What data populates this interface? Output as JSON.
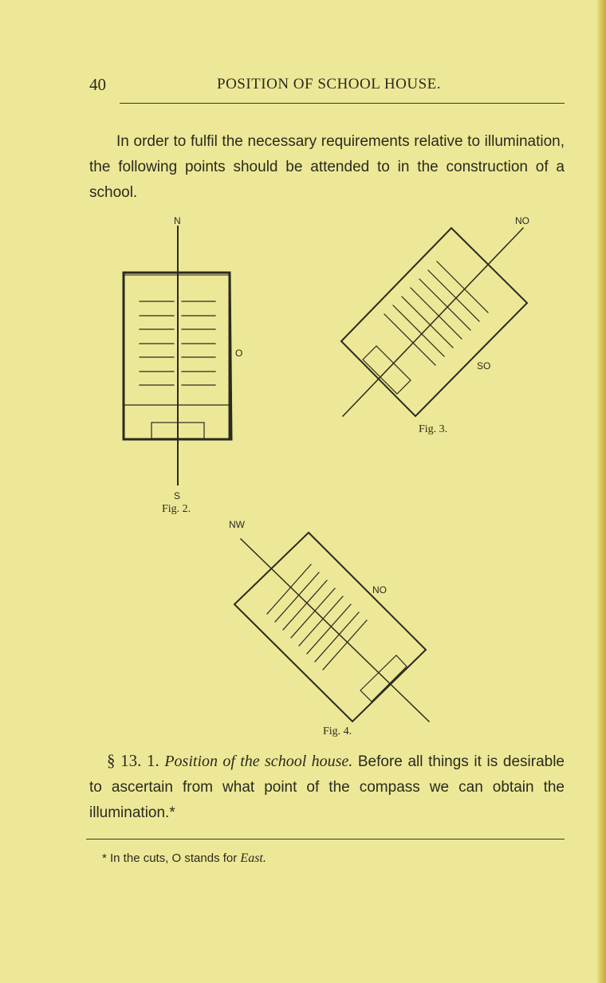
{
  "header": {
    "page_number": "40",
    "running_head": "POSITION OF SCHOOL HOUSE."
  },
  "intro": "In order to fulfil the necessary requirements relative to illumination, the following points should be attended to in the construction of a school.",
  "figures": {
    "fig2": {
      "north": "N",
      "south": "S",
      "east": "O",
      "caption": "Fig. 2."
    },
    "fig3": {
      "northeast": "NO",
      "southeast": "SO",
      "caption": "Fig. 3."
    },
    "fig4": {
      "northwest": "NW",
      "northeast": "NO",
      "caption": "Fig. 4."
    }
  },
  "section": {
    "number": "§ 13.",
    "item": "1.",
    "title": "Position of the school house.",
    "text": "Before all things it is desirable to ascertain from what point of the compass we can obtain the illumination.*"
  },
  "footnote": {
    "text": "* In the cuts, O stands for",
    "emph": "East."
  }
}
